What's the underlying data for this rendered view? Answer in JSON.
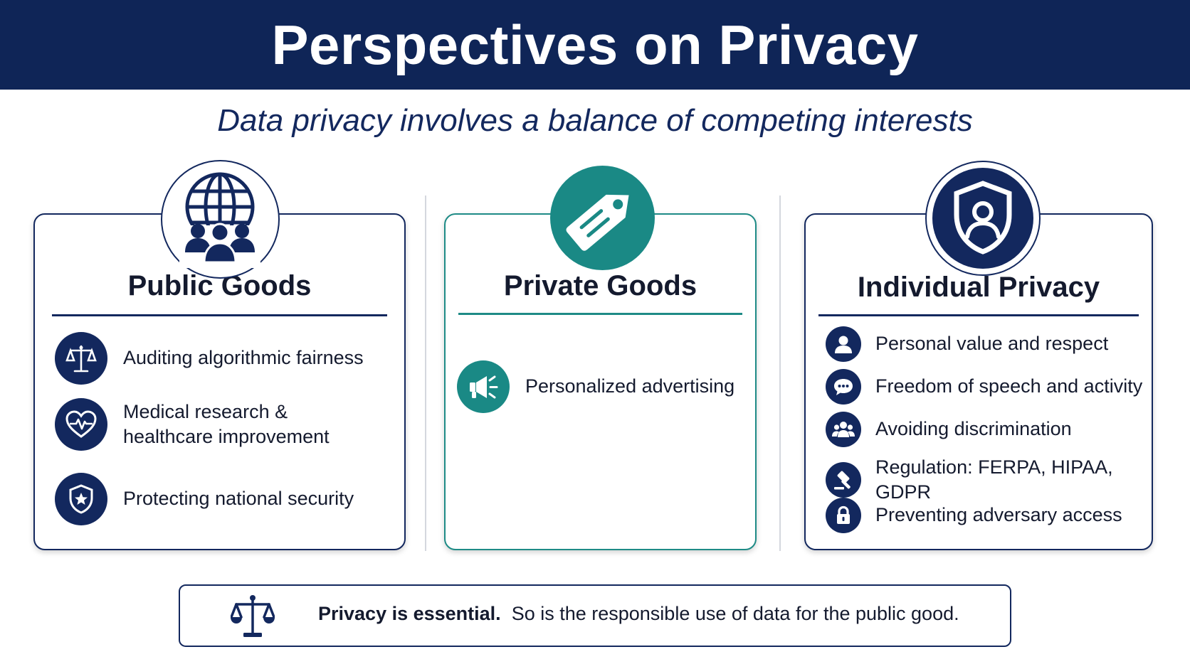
{
  "title": "Perspectives on Privacy",
  "subtitle": "Data privacy involves a balance of competing interests",
  "colors": {
    "navy": "#0f2557",
    "teal": "#1a8985",
    "text": "#141a2e"
  },
  "cards": [
    {
      "title": "Public Goods",
      "icon": "globe-people-icon",
      "items": [
        {
          "icon": "scales-icon",
          "lines": [
            "Auditing algorithmic fairness"
          ]
        },
        {
          "icon": "heart-pulse-icon",
          "lines": [
            "Medical research &",
            "healthcare improvement"
          ]
        },
        {
          "icon": "shield-star-icon",
          "lines": [
            "Protecting national security"
          ]
        }
      ]
    },
    {
      "title": "Private Goods",
      "icon": "price-tag-icon",
      "items": [
        {
          "icon": "megaphone-icon",
          "lines": [
            "Personalized advertising"
          ]
        }
      ]
    },
    {
      "title": "Individual Privacy",
      "icon": "shield-person-icon",
      "items": [
        {
          "icon": "person-icon",
          "lines": [
            "Personal value and respect"
          ]
        },
        {
          "icon": "speech-bubble-icon",
          "lines": [
            "Freedom of speech and activity"
          ]
        },
        {
          "icon": "group-icon",
          "lines": [
            "Avoiding discrimination"
          ]
        },
        {
          "icon": "gavel-icon",
          "lines": [
            "Regulation: FERPA, HIPAA, GDPR"
          ]
        },
        {
          "icon": "padlock-icon",
          "lines": [
            "Preventing adversary access"
          ]
        }
      ]
    }
  ],
  "footer": {
    "icon": "scales-icon",
    "bold": "Privacy is essential.",
    "text": "So is the responsible use of data for the public good."
  }
}
